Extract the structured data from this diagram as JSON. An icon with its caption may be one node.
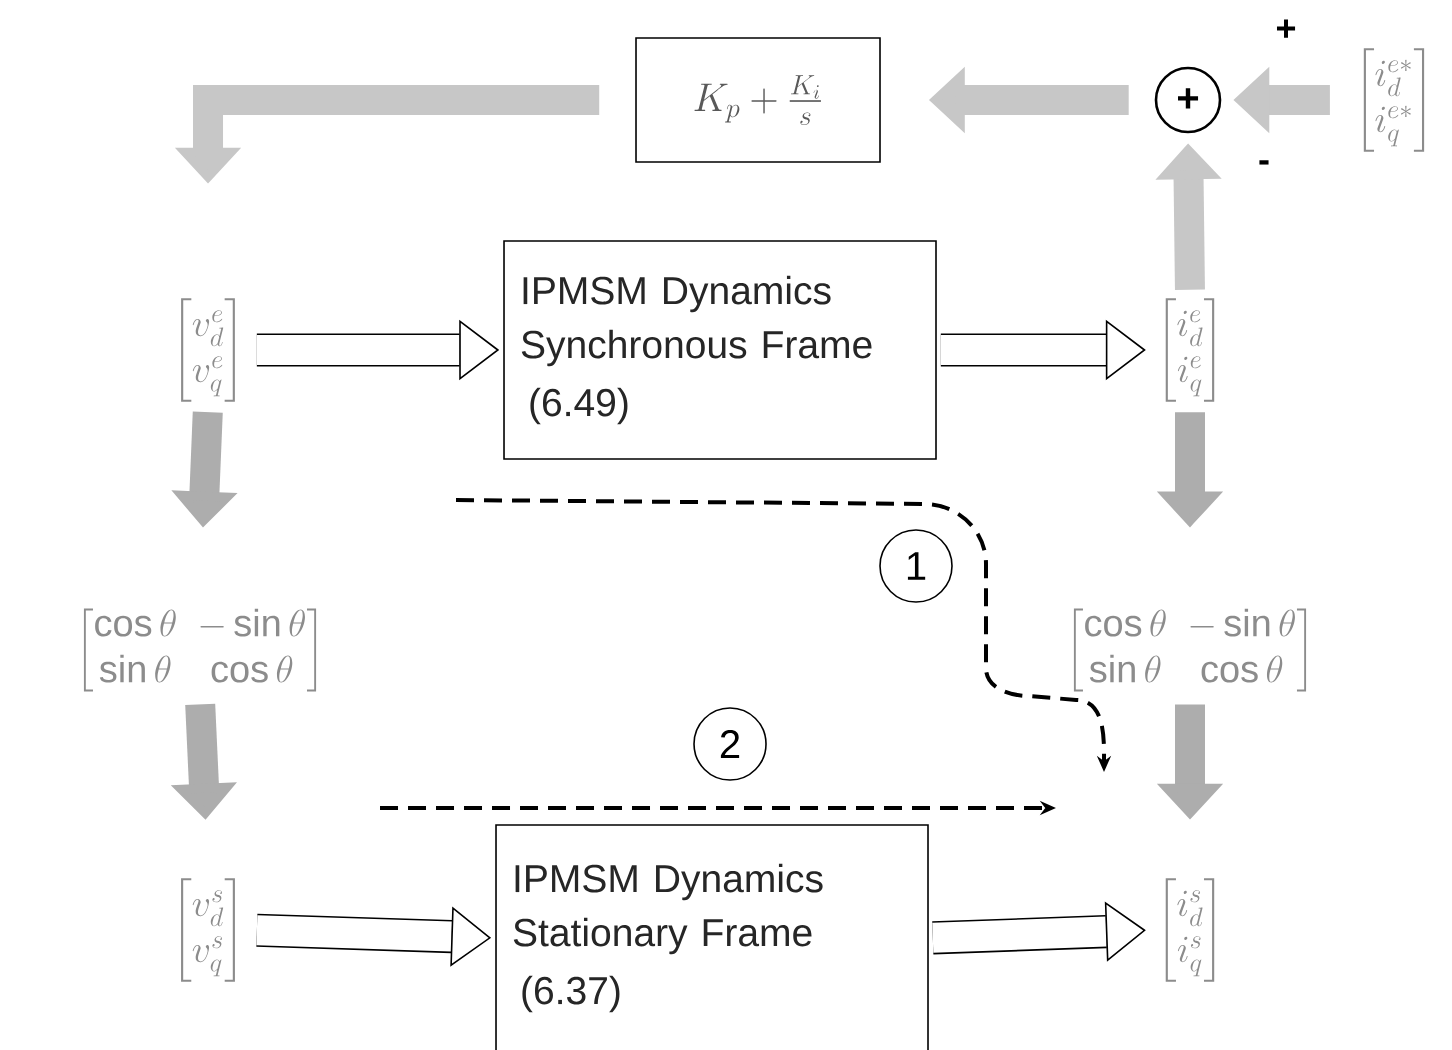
{
  "diagram": {
    "nodes": [
      {
        "text": [
          "K_p + \\frac{K_i}{s}"
        ]
      },
      {
        "text": [
          "+"
        ]
      },
      {
        "text": [
          "\\begin{bmatrix} i_d^{e*} \\\\ i_q^{e*} \\end{bmatrix}"
        ]
      },
      {
        "text": [
          "\\begin{bmatrix} v_d^e \\\\ v_q^e \\end{bmatrix}"
        ]
      },
      {
        "text": [
          "IPMSM Dynamics Synchronous Frame",
          "(6.49)"
        ]
      },
      {
        "text": [
          "\\begin{bmatrix} i_d^e \\\\ i_q^e \\end{bmatrix}"
        ]
      },
      {
        "text": [
          "\\begin{bmatrix} \\cos\\theta & -\\sin\\theta \\\\ \\sin\\theta & \\cos\\theta \\end{bmatrix}"
        ]
      },
      {
        "text": [
          "\\begin{bmatrix} \\cos\\theta & -\\sin\\theta \\\\ \\sin\\theta & \\cos\\theta \\end{bmatrix}"
        ]
      },
      {
        "text": [
          "\\begin{bmatrix} v_d^s \\\\ v_q^s \\end{bmatrix}"
        ]
      },
      {
        "text": [
          "IPMSM Dynamics Stationary Frame",
          "(6.37)"
        ]
      },
      {
        "text": [
          "\\begin{bmatrix} i_d^s \\\\ i_q^s \\end{bmatrix}"
        ]
      },
      {
        "text": [
          "1"
        ]
      },
      {
        "text": [
          "2"
        ]
      }
    ],
    "edges": [
      {
        "from": 2,
        "to": 1,
        "arrow": "to",
        "label": "+"
      },
      {
        "from": 5,
        "to": 1,
        "arrow": "to",
        "label": "-"
      },
      {
        "from": 1,
        "to": 0,
        "arrow": "to"
      },
      {
        "from": 0,
        "to": 3,
        "arrow": "to"
      },
      {
        "from": 3,
        "to": 4,
        "arrow": "to",
        "color": "#000000"
      },
      {
        "from": 4,
        "to": 5,
        "arrow": "to",
        "color": "#000000"
      },
      {
        "from": 3,
        "to": 6,
        "arrow": "to"
      },
      {
        "from": 5,
        "to": 7,
        "arrow": "to"
      },
      {
        "from": 6,
        "to": 8,
        "arrow": "to"
      },
      {
        "from": 7,
        "to": 10,
        "arrow": "to"
      },
      {
        "from": 8,
        "to": 9,
        "arrow": "to",
        "color": "#000000"
      },
      {
        "from": 9,
        "to": 10,
        "arrow": "to",
        "color": "#000000"
      }
    ]
  }
}
